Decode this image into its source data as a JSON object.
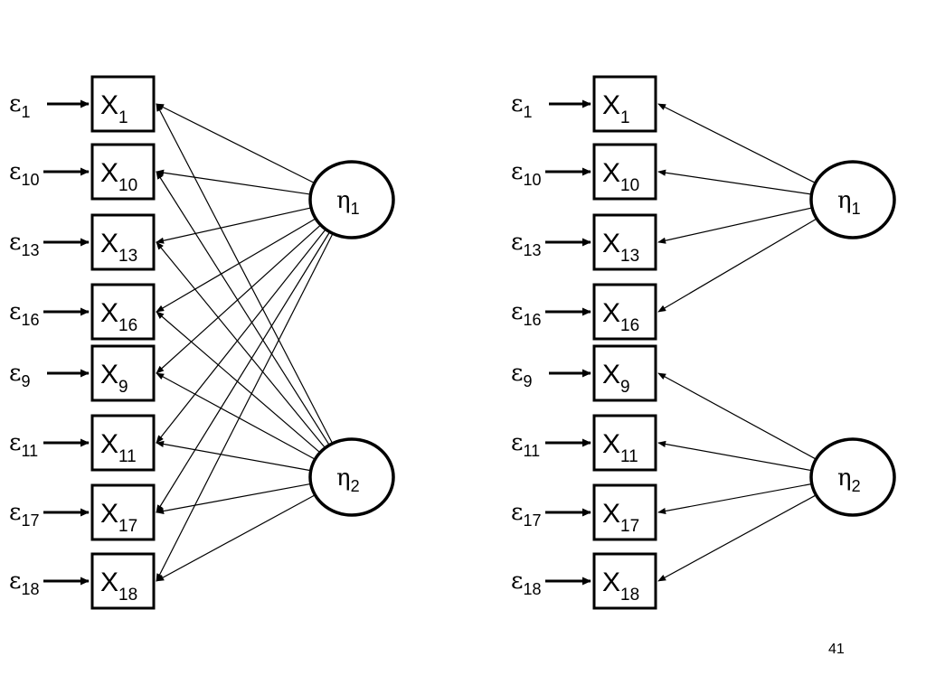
{
  "page_number": "41",
  "error_symbol": "ε",
  "indicator_symbol": "X",
  "latent_symbol": "η",
  "indicators": [
    {
      "name": "X1",
      "sub": "1",
      "error_sub": "1"
    },
    {
      "name": "X10",
      "sub": "10",
      "error_sub": "10"
    },
    {
      "name": "X13",
      "sub": "13",
      "error_sub": "13"
    },
    {
      "name": "X16",
      "sub": "16",
      "error_sub": "16"
    },
    {
      "name": "X9",
      "sub": "9",
      "error_sub": "9"
    },
    {
      "name": "X11",
      "sub": "11",
      "error_sub": "11"
    },
    {
      "name": "X17",
      "sub": "17",
      "error_sub": "17"
    },
    {
      "name": "X18",
      "sub": "18",
      "error_sub": "18"
    }
  ],
  "latents": [
    {
      "id": "eta1",
      "sub": "1"
    },
    {
      "id": "eta2",
      "sub": "2"
    }
  ],
  "models": [
    {
      "id": "model-left",
      "description": "all indicators load on both factors",
      "loadings": {
        "eta1": [
          "X1",
          "X10",
          "X13",
          "X16",
          "X9",
          "X11",
          "X17",
          "X18"
        ],
        "eta2": [
          "X1",
          "X10",
          "X13",
          "X16",
          "X9",
          "X11",
          "X17",
          "X18"
        ]
      }
    },
    {
      "id": "model-right",
      "description": "simple structure",
      "loadings": {
        "eta1": [
          "X1",
          "X10",
          "X13",
          "X16"
        ],
        "eta2": [
          "X9",
          "X11",
          "X17",
          "X18"
        ]
      }
    }
  ]
}
